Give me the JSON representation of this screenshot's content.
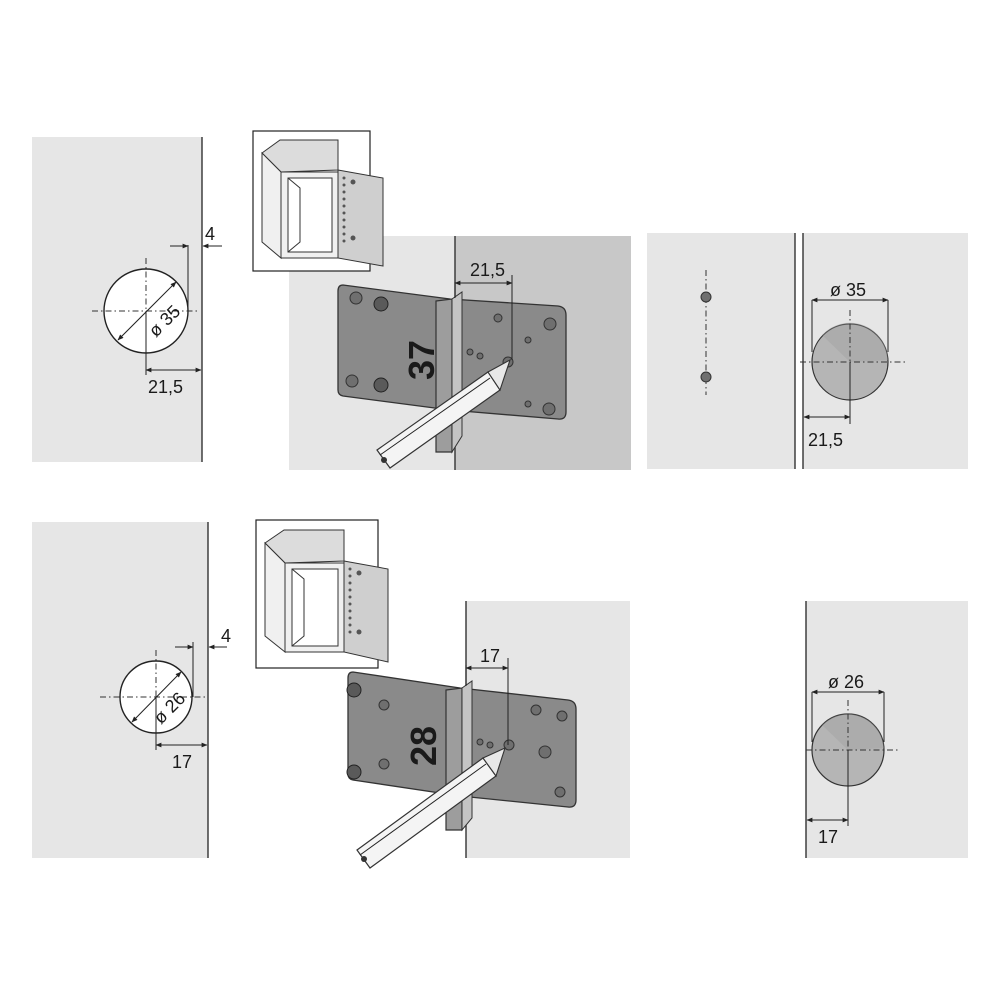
{
  "top_row": {
    "offset_label": "4",
    "diameter_label": "ø 35",
    "edge_distance_label": "21,5",
    "template_edge_label": "21,5",
    "template_number": "37",
    "result_diameter_label": "ø 35",
    "result_edge_label": "21,5"
  },
  "bottom_row": {
    "offset_label": "4",
    "diameter_label": "ø 26",
    "edge_distance_label": "17",
    "template_edge_label": "17",
    "template_number": "28",
    "result_diameter_label": "ø 26",
    "result_edge_label": "17"
  }
}
